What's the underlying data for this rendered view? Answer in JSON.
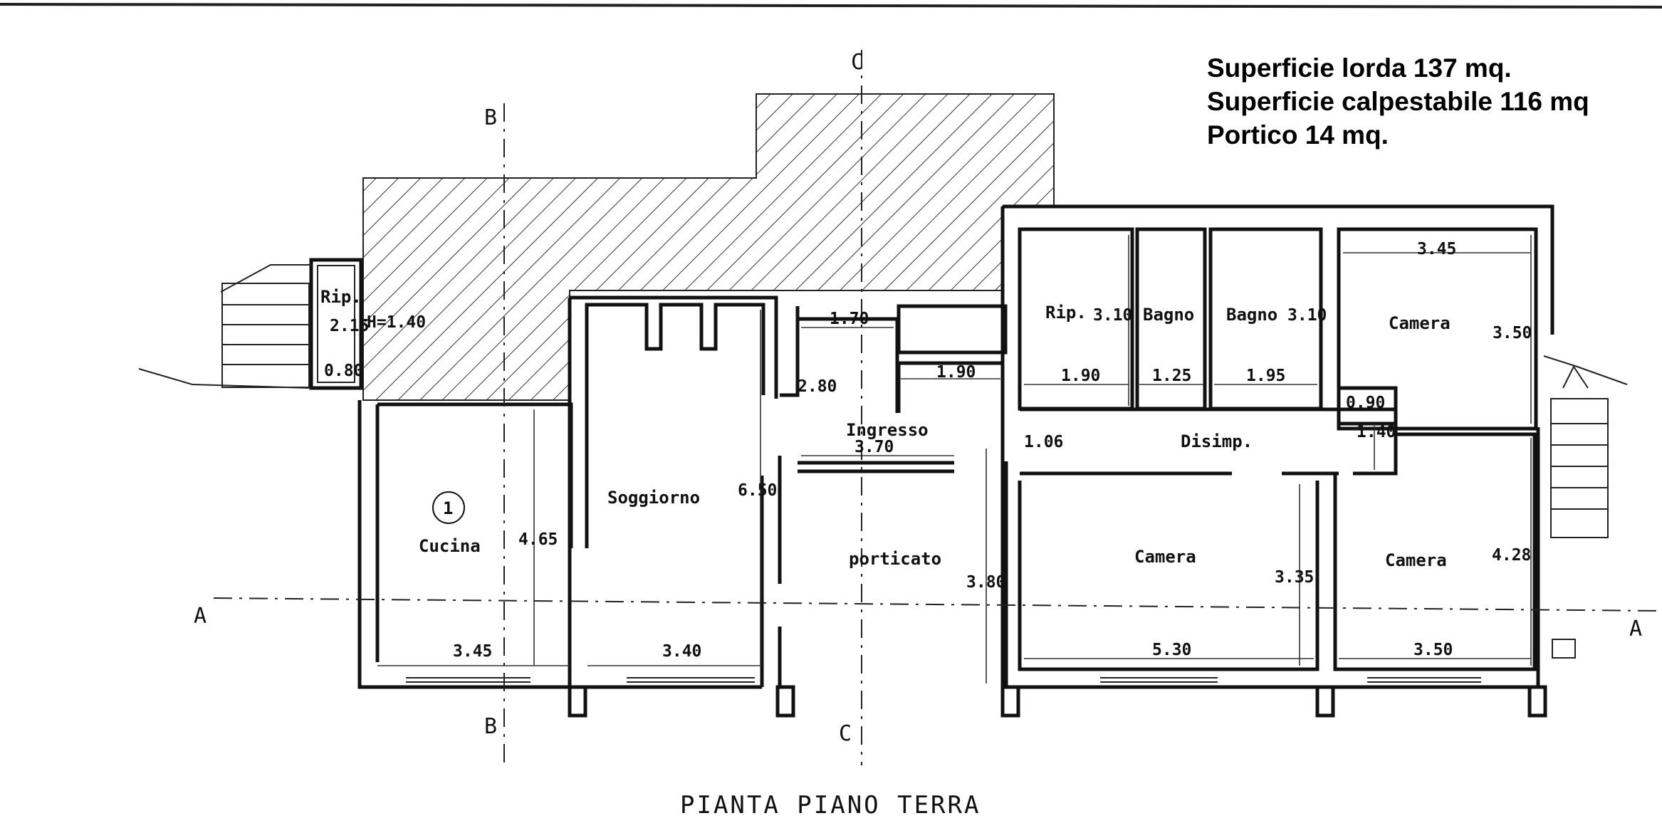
{
  "areas": [
    "Superficie lorda 137 mq.",
    "Superficie calpestabile 116 mq",
    "Portico 14 mq."
  ],
  "plan_title": "PIANTA PIANO TERRA",
  "section_markers": {
    "a": "A",
    "b": "B",
    "c": "C"
  },
  "rooms": {
    "rip_small": "Rip.",
    "rip_h": "H=1.40",
    "cucina": "Cucina",
    "cucina_num": "1",
    "soggiorno": "Soggiorno",
    "ingresso": "Ingresso",
    "porticato": "porticato",
    "rip": "Rip.",
    "bagno1": "Bagno",
    "bagno2": "Bagno",
    "camera_ne": "Camera",
    "disimp": "Disimp.",
    "camera_c": "Camera",
    "camera_se": "Camera"
  },
  "dims": {
    "rip_small_h": "2.15",
    "rip_small_w": "0.80",
    "cucina_w": "3.45",
    "cucina_h": "4.65",
    "soggiorno_w": "3.40",
    "soggiorno_h": "6.50",
    "ingresso_top": "1.70",
    "ingresso_side": "2.80",
    "ingresso_inner": "1.90",
    "ingresso_w": "3.70",
    "porticato_h": "3.80",
    "disimp_h": "1.06",
    "rip_h": "3.10",
    "rip_w": "1.90",
    "bagno1_w": "1.25",
    "bagno2_h": "3.10",
    "bagno2_w": "1.95",
    "camera_ne_w": "3.45",
    "camera_ne_h": "3.50",
    "closet_w": "0.90",
    "closet_h": "1.40",
    "camera_c_w": "5.30",
    "camera_c_h": "3.35",
    "camera_se_w": "3.50",
    "camera_se_h": "4.28"
  }
}
